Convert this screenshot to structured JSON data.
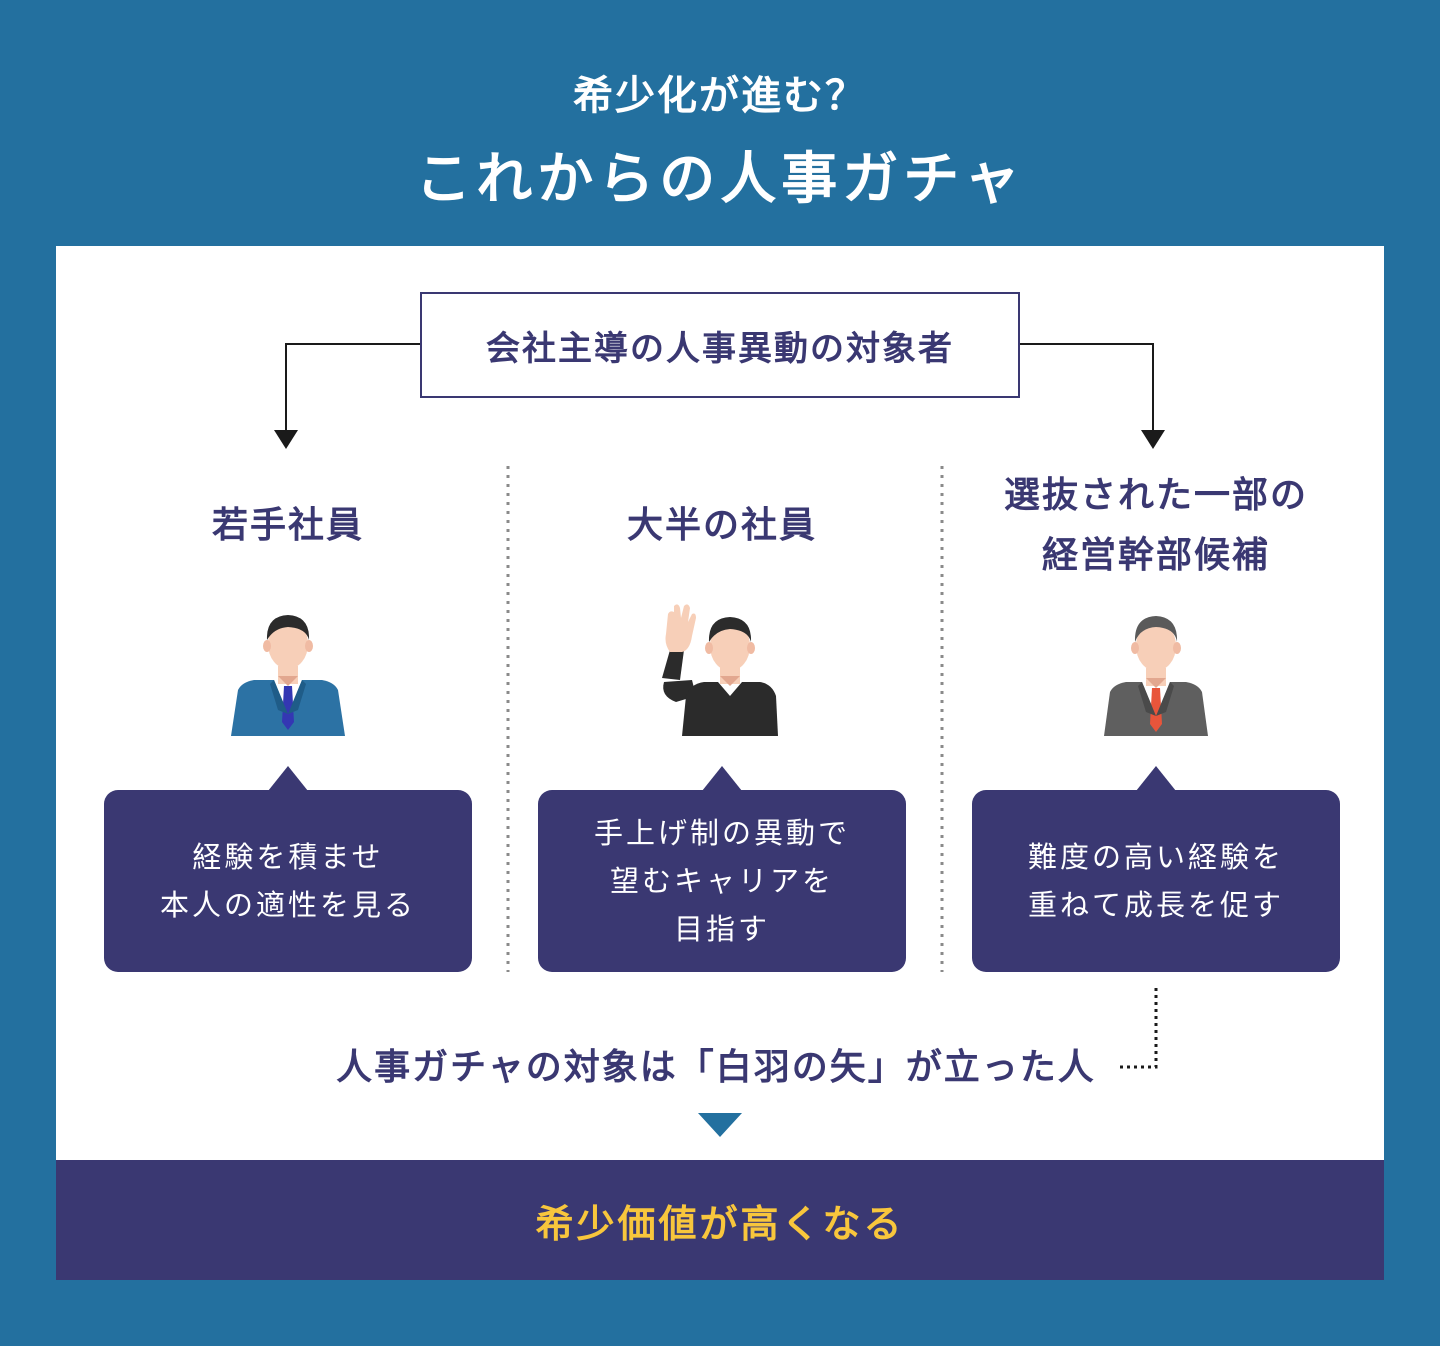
{
  "header": {
    "subtitle": "希少化が進む？",
    "title": "これからの人事ガチャ"
  },
  "top_box": {
    "label": "会社主導の人事異動の対象者"
  },
  "columns": [
    {
      "title_lines": [
        "若手社員"
      ],
      "bubble_lines": [
        "経験を積ませ",
        "本人の適性を見る"
      ]
    },
    {
      "title_lines": [
        "大半の社員"
      ],
      "bubble_lines": [
        "手上げ制の異動で",
        "望むキャリアを",
        "目指す"
      ]
    },
    {
      "title_lines": [
        "選抜された一部の",
        "経営幹部候補"
      ],
      "bubble_lines": [
        "難度の高い経験を",
        "重ねて成長を促す"
      ]
    }
  ],
  "conclusion": {
    "text": "人事ガチャの対象は「白羽の矢」が立った人"
  },
  "footer": {
    "text": "希少価値が高くなる"
  },
  "colors": {
    "background": "#23709f",
    "navy": "#3a3872",
    "accent_yellow": "#f8c63c"
  }
}
